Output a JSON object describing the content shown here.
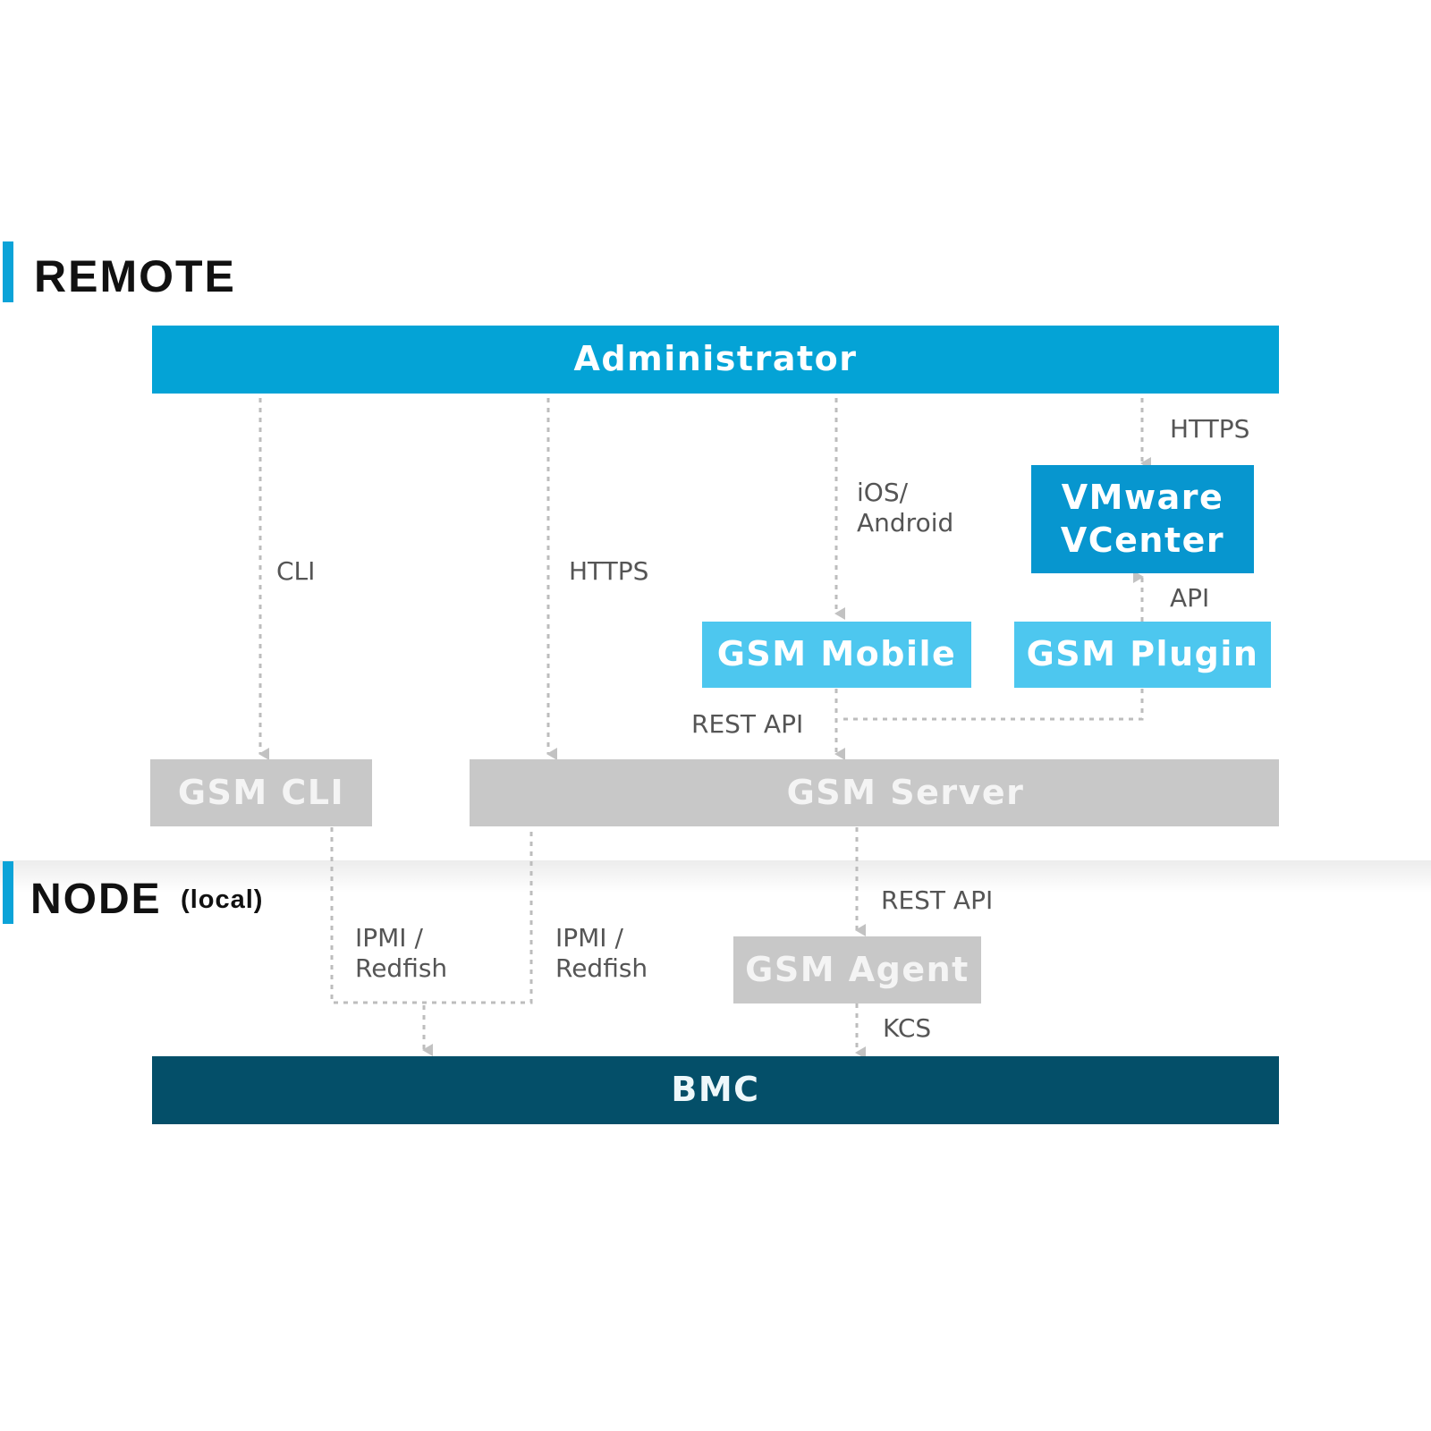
{
  "sections": {
    "remote": {
      "title": "REMOTE"
    },
    "node": {
      "title": "NODE",
      "subtitle": "(local)"
    }
  },
  "colors": {
    "section_accent": "#0ba3d8",
    "administrator": "#04a3d6",
    "vmware": "#0796cf",
    "gsm_client": "#4dc7ef",
    "gsm_grey": "#c8c8c8",
    "bmc": "#044f69",
    "connector": "#bdbdbd"
  },
  "nodes": {
    "administrator": "Administrator",
    "vmware_line1": "VMware",
    "vmware_line2": "VCenter",
    "gsm_mobile": "GSM Mobile",
    "gsm_plugin": "GSM Plugin",
    "gsm_cli": "GSM CLI",
    "gsm_server": "GSM Server",
    "gsm_agent": "GSM Agent",
    "bmc": "BMC"
  },
  "edges": {
    "admin_to_cli": "CLI",
    "admin_to_server": "HTTPS",
    "admin_to_mobile": "iOS/\nAndroid",
    "admin_to_vmware": "HTTPS",
    "plugin_to_vmware": "API",
    "mobile_plugin_to_server": "REST API",
    "cli_to_bmc": "IPMI /\nRedfish",
    "server_to_bmc": "IPMI /\nRedfish",
    "server_to_agent": "REST API",
    "agent_to_bmc": "KCS"
  }
}
